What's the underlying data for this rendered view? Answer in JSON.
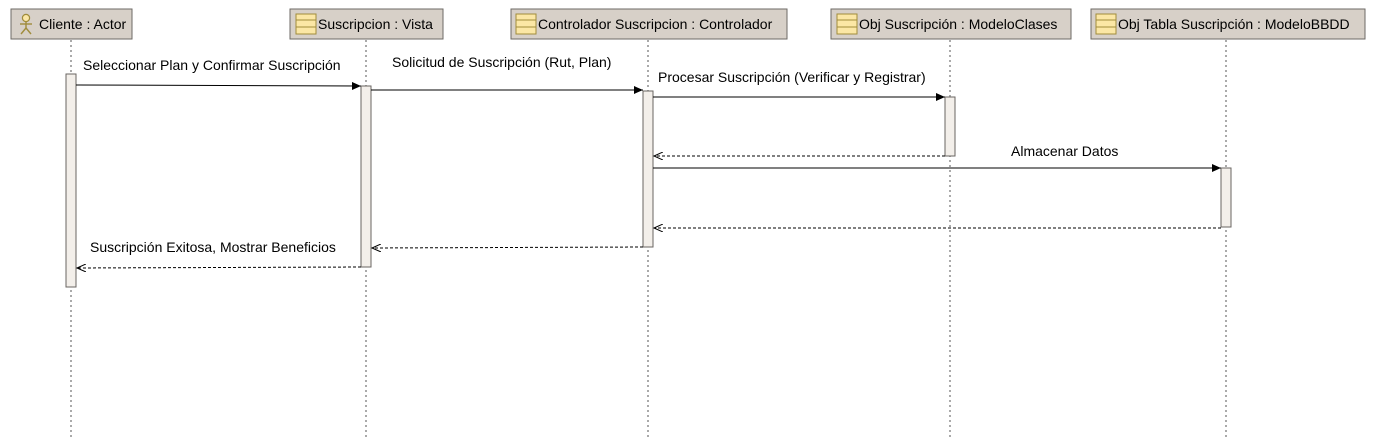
{
  "lifelines": [
    {
      "id": "cliente",
      "label": "Cliente : Actor",
      "icon": "actor-icon"
    },
    {
      "id": "vista",
      "label": "Suscripcion : Vista",
      "icon": "class-icon"
    },
    {
      "id": "controlador",
      "label": "Controlador Suscripcion : Controlador",
      "icon": "class-icon"
    },
    {
      "id": "modelo",
      "label": "Obj Suscripción : ModeloClases",
      "icon": "class-icon"
    },
    {
      "id": "bbdd",
      "label": "Obj Tabla Suscripción : ModeloBBDD",
      "icon": "class-icon"
    }
  ],
  "messages": [
    {
      "id": "m1",
      "label": "Seleccionar Plan y Confirmar Suscripción",
      "from": "cliente",
      "to": "vista",
      "kind": "call"
    },
    {
      "id": "m2",
      "label": "Solicitud de Suscripción (Rut, Plan)",
      "from": "vista",
      "to": "controlador",
      "kind": "call"
    },
    {
      "id": "m3",
      "label": "Procesar Suscripción (Verificar y Registrar)",
      "from": "controlador",
      "to": "modelo",
      "kind": "call"
    },
    {
      "id": "m4",
      "label": "",
      "from": "modelo",
      "to": "controlador",
      "kind": "return"
    },
    {
      "id": "m5",
      "label": "Almacenar Datos",
      "from": "controlador",
      "to": "bbdd",
      "kind": "call"
    },
    {
      "id": "m6",
      "label": "",
      "from": "bbdd",
      "to": "controlador",
      "kind": "return"
    },
    {
      "id": "m7",
      "label": "",
      "from": "controlador",
      "to": "vista",
      "kind": "return"
    },
    {
      "id": "m8",
      "label": "Suscripción Exitosa, Mostrar Beneficios",
      "from": "vista",
      "to": "cliente",
      "kind": "return"
    }
  ],
  "colors": {
    "header_fill": "#d7d0c8",
    "header_stroke": "#6e6a66",
    "icon_fill": "#fbe7a5",
    "icon_stroke": "#a08c3c",
    "activation_fill": "#f3efea",
    "activation_stroke": "#6a6562",
    "line": "#000000",
    "lifeline_dash": "#555555"
  }
}
